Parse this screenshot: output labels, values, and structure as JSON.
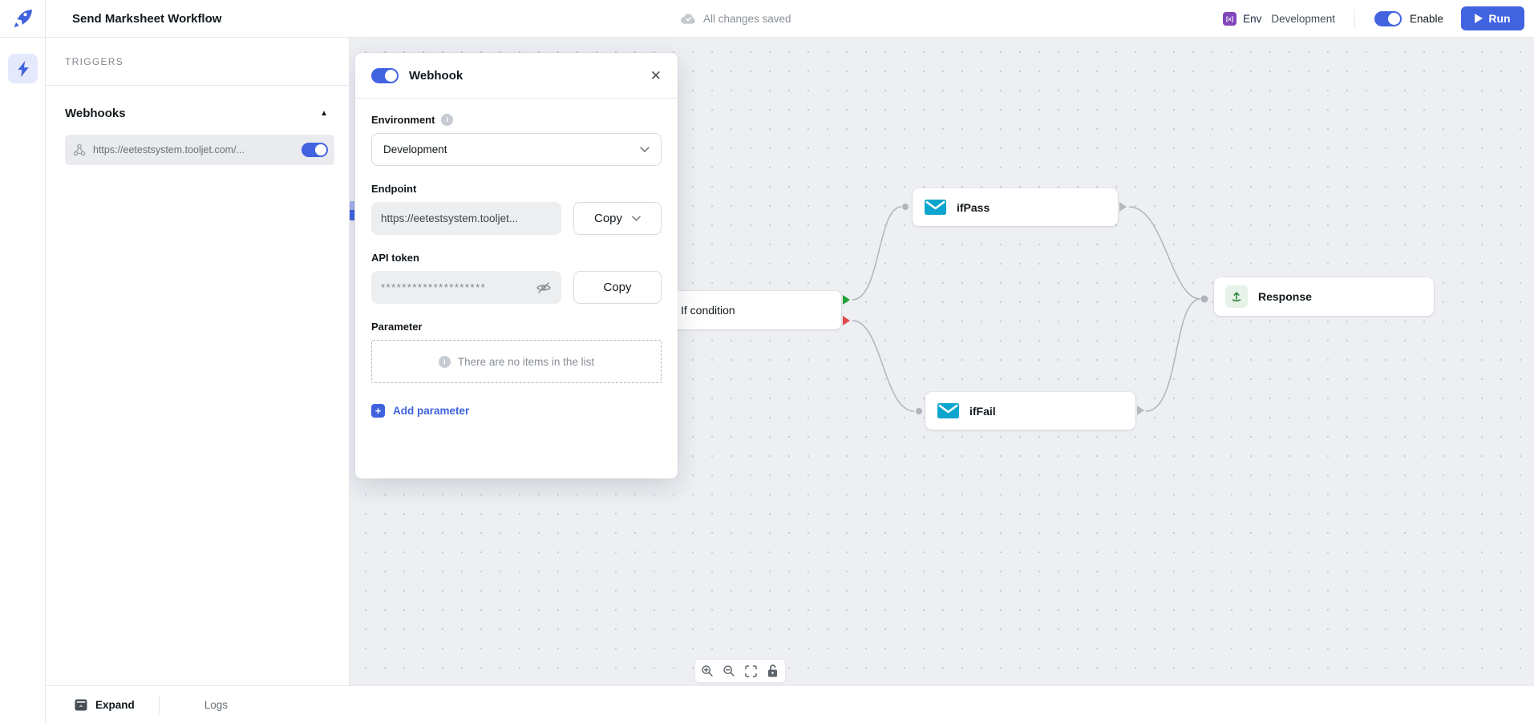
{
  "topbar": {
    "title": "Send Marksheet Workflow",
    "save_status": "All changes saved",
    "env_icon_glyph": "[x]",
    "env_label": "Env",
    "env_value": "Development",
    "enable_label": "Enable",
    "run_label": "Run"
  },
  "sidebar": {
    "section_title": "TRIGGERS",
    "group_title": "Webhooks",
    "collapse_glyph": "▲",
    "webhook_url": "https://eetestsystem.tooljet.com/..."
  },
  "modal": {
    "title": "Webhook",
    "close_glyph": "✕",
    "environment": {
      "label": "Environment",
      "info_glyph": "i",
      "value": "Development"
    },
    "endpoint": {
      "label": "Endpoint",
      "value": "https://eetestsystem.tooljet...",
      "copy_label": "Copy"
    },
    "api_token": {
      "label": "API token",
      "masked_value": "********************",
      "copy_label": "Copy"
    },
    "parameter": {
      "label": "Parameter",
      "info_glyph": "i",
      "empty_text": "There are no items in the list",
      "add_icon_glyph": "+",
      "add_label": "Add parameter"
    }
  },
  "canvas": {
    "nodes": [
      {
        "id": "if-condition",
        "label": "If condition"
      },
      {
        "id": "ifpass",
        "label": "ifPass"
      },
      {
        "id": "iffail",
        "label": "ifFail"
      },
      {
        "id": "response",
        "label": "Response"
      }
    ]
  },
  "footer": {
    "expand_label": "Expand",
    "logs_label": "Logs"
  },
  "colors": {
    "accent": "#4263e0",
    "link_blue": "#3e63dd",
    "envelope_cyan": "#0ba5ce",
    "success_green": "#23a33c",
    "danger_red": "#e5484d",
    "env_badge_purple": "#8145bc",
    "canvas_bg": "#edeff3"
  }
}
